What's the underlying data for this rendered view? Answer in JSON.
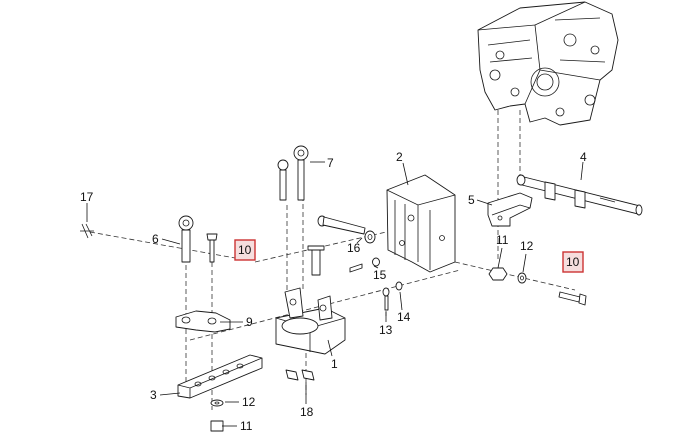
{
  "callouts": {
    "c1": "1",
    "c2": "2",
    "c3": "3",
    "c4": "4",
    "c5": "5",
    "c6": "6",
    "c7": "7",
    "c9": "9",
    "c10a": "10",
    "c10b": "10",
    "c11a": "11",
    "c11b": "11",
    "c12a": "12",
    "c12b": "12",
    "c13": "13",
    "c14": "14",
    "c15": "15",
    "c16": "16",
    "c17": "17",
    "c18": "18"
  },
  "colors": {
    "highlight_border": "#cc3333",
    "highlight_fill": "#f6dede",
    "line": "#1a1a1a"
  }
}
